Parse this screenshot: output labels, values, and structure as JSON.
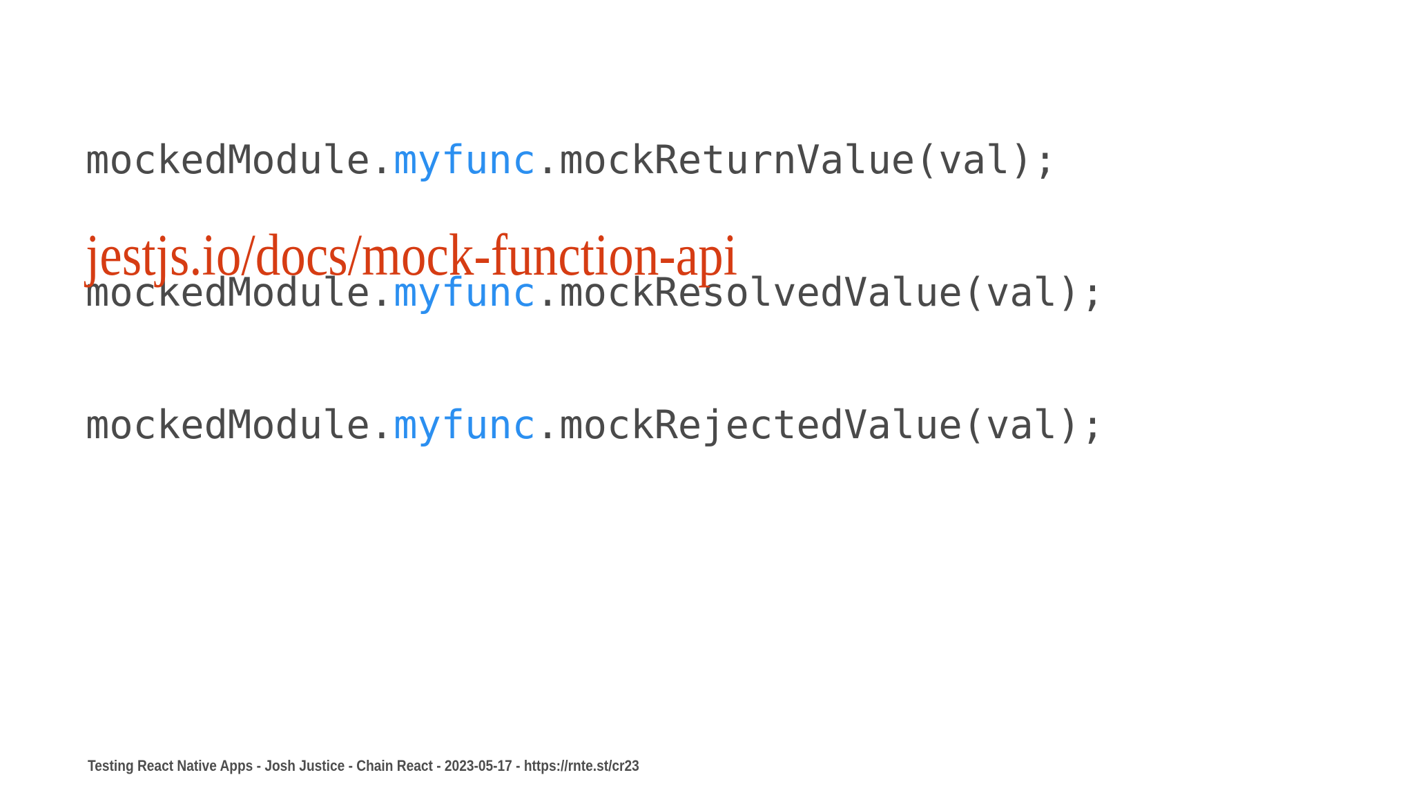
{
  "slide": {
    "code_lines": [
      {
        "prefix": "mockedModule.",
        "highlight": "myfunc",
        "suffix": ".mockReturnValue(val);"
      },
      {
        "prefix": "mockedModule.",
        "highlight": "myfunc",
        "suffix": ".mockResolvedValue(val);"
      },
      {
        "prefix": "mockedModule.",
        "highlight": "myfunc",
        "suffix": ".mockRejectedValue(val);"
      }
    ],
    "link": "jestjs.io/docs/mock-function-api",
    "footer": "Testing React Native Apps - Josh Justice - Chain React - 2023-05-17 - https://rnte.st/cr23",
    "colors": {
      "background": "#ffffff",
      "code_text": "#4a4a4a",
      "code_highlight_blue": "#2b8ff0",
      "link_red": "#d63c13",
      "footer_text": "#4d4d4d"
    }
  }
}
